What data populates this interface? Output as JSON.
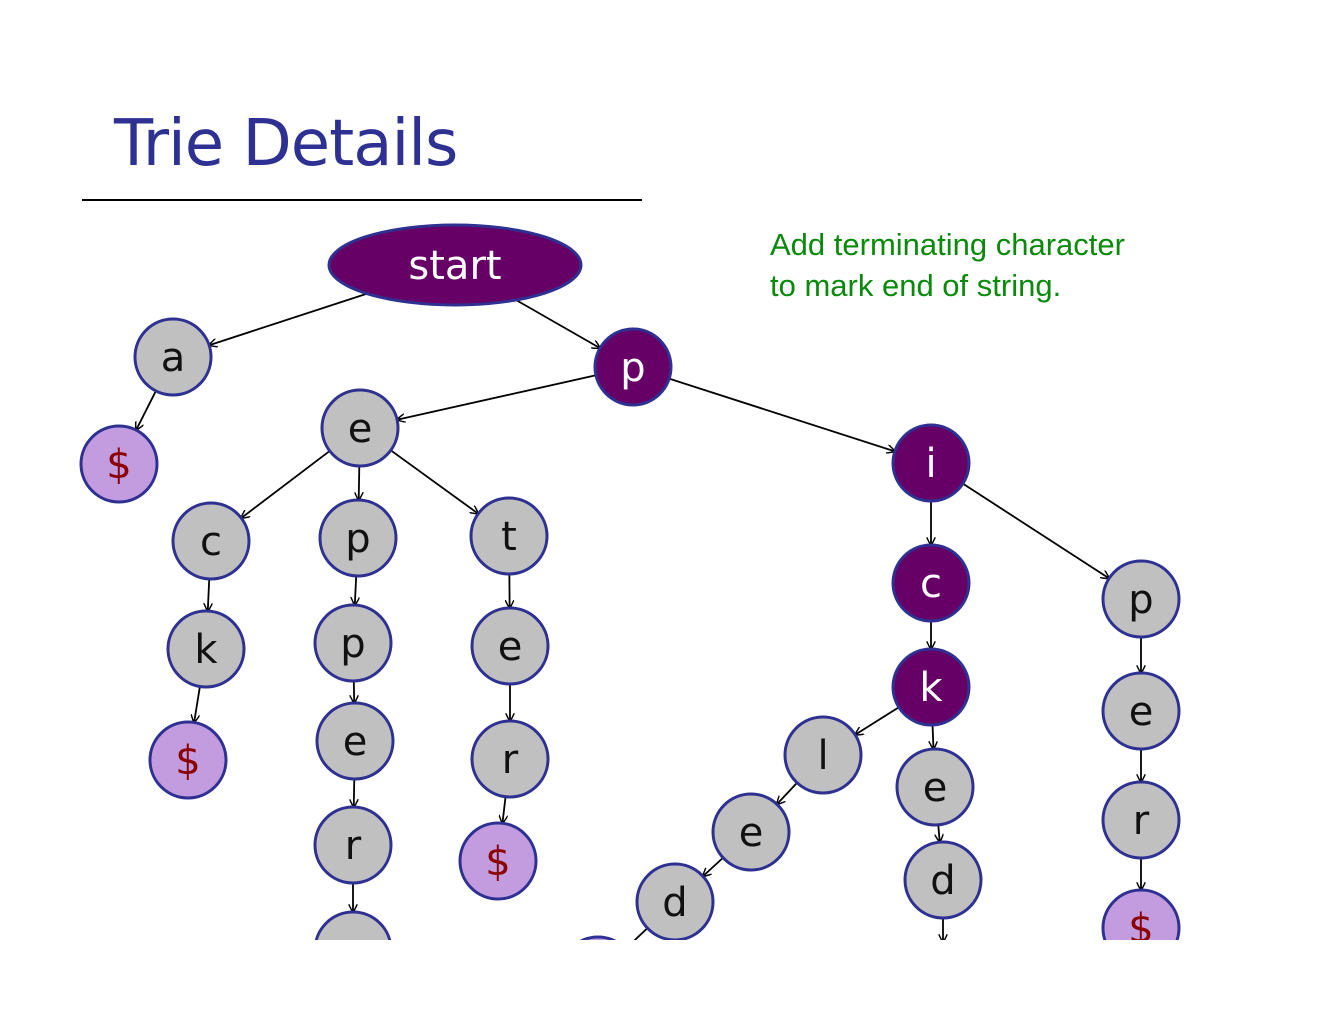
{
  "title": "Trie Details",
  "note": {
    "line1": "Add terminating character",
    "line2": "to mark end of string."
  },
  "colors": {
    "title": "#2e3192",
    "note": "#0a8a0a",
    "node_default_fill": "#c0c0c0",
    "node_active_fill": "#660066",
    "node_terminal_fill": "#c39bdf",
    "node_stroke": "#2e3192",
    "terminal_text": "#8b0000",
    "active_text": "#ffffff",
    "default_text": "#111111"
  },
  "trie": {
    "nodes": [
      {
        "id": "start",
        "label": "start",
        "kind": "root"
      },
      {
        "id": "a",
        "label": "a",
        "kind": "default"
      },
      {
        "id": "a-end",
        "label": "$",
        "kind": "terminal"
      },
      {
        "id": "p",
        "label": "p",
        "kind": "active"
      },
      {
        "id": "pe",
        "label": "e",
        "kind": "default"
      },
      {
        "id": "pec",
        "label": "c",
        "kind": "default"
      },
      {
        "id": "peck",
        "label": "k",
        "kind": "default"
      },
      {
        "id": "peck-end",
        "label": "$",
        "kind": "terminal"
      },
      {
        "id": "pep",
        "label": "p",
        "kind": "default"
      },
      {
        "id": "pepp",
        "label": "p",
        "kind": "default"
      },
      {
        "id": "peppe",
        "label": "e",
        "kind": "default"
      },
      {
        "id": "pepper",
        "label": "r",
        "kind": "default"
      },
      {
        "id": "pepper-next",
        "label": "",
        "kind": "default"
      },
      {
        "id": "pet",
        "label": "t",
        "kind": "default"
      },
      {
        "id": "pete",
        "label": "e",
        "kind": "default"
      },
      {
        "id": "peter",
        "label": "r",
        "kind": "default"
      },
      {
        "id": "peter-end",
        "label": "$",
        "kind": "terminal"
      },
      {
        "id": "pi",
        "label": "i",
        "kind": "active"
      },
      {
        "id": "pic",
        "label": "c",
        "kind": "active"
      },
      {
        "id": "pick",
        "label": "k",
        "kind": "active"
      },
      {
        "id": "pickl",
        "label": "l",
        "kind": "default"
      },
      {
        "id": "pickle",
        "label": "e",
        "kind": "default"
      },
      {
        "id": "pickled",
        "label": "d",
        "kind": "default"
      },
      {
        "id": "pickled-end",
        "label": "",
        "kind": "terminal"
      },
      {
        "id": "picke",
        "label": "e",
        "kind": "default"
      },
      {
        "id": "picked",
        "label": "d",
        "kind": "default"
      },
      {
        "id": "picked-next",
        "label": "",
        "kind": "default"
      },
      {
        "id": "pip",
        "label": "p",
        "kind": "default"
      },
      {
        "id": "pipe",
        "label": "e",
        "kind": "default"
      },
      {
        "id": "piper",
        "label": "r",
        "kind": "default"
      },
      {
        "id": "piper-end",
        "label": "$",
        "kind": "terminal"
      }
    ],
    "edges": [
      [
        "start",
        "a"
      ],
      [
        "a",
        "a-end"
      ],
      [
        "start",
        "p"
      ],
      [
        "p",
        "pe"
      ],
      [
        "pe",
        "pec"
      ],
      [
        "pec",
        "peck"
      ],
      [
        "peck",
        "peck-end"
      ],
      [
        "pe",
        "pep"
      ],
      [
        "pep",
        "pepp"
      ],
      [
        "pepp",
        "peppe"
      ],
      [
        "peppe",
        "pepper"
      ],
      [
        "pepper",
        "pepper-next"
      ],
      [
        "pe",
        "pet"
      ],
      [
        "pet",
        "pete"
      ],
      [
        "pete",
        "peter"
      ],
      [
        "peter",
        "peter-end"
      ],
      [
        "p",
        "pi"
      ],
      [
        "pi",
        "pic"
      ],
      [
        "pic",
        "pick"
      ],
      [
        "pick",
        "pickl"
      ],
      [
        "pickl",
        "pickle"
      ],
      [
        "pickle",
        "pickled"
      ],
      [
        "pickled",
        "pickled-end"
      ],
      [
        "pick",
        "picke"
      ],
      [
        "picke",
        "picked"
      ],
      [
        "picked",
        "picked-next"
      ],
      [
        "pi",
        "pip"
      ],
      [
        "pip",
        "pipe"
      ],
      [
        "pipe",
        "piper"
      ],
      [
        "piper",
        "piper-end"
      ]
    ]
  }
}
